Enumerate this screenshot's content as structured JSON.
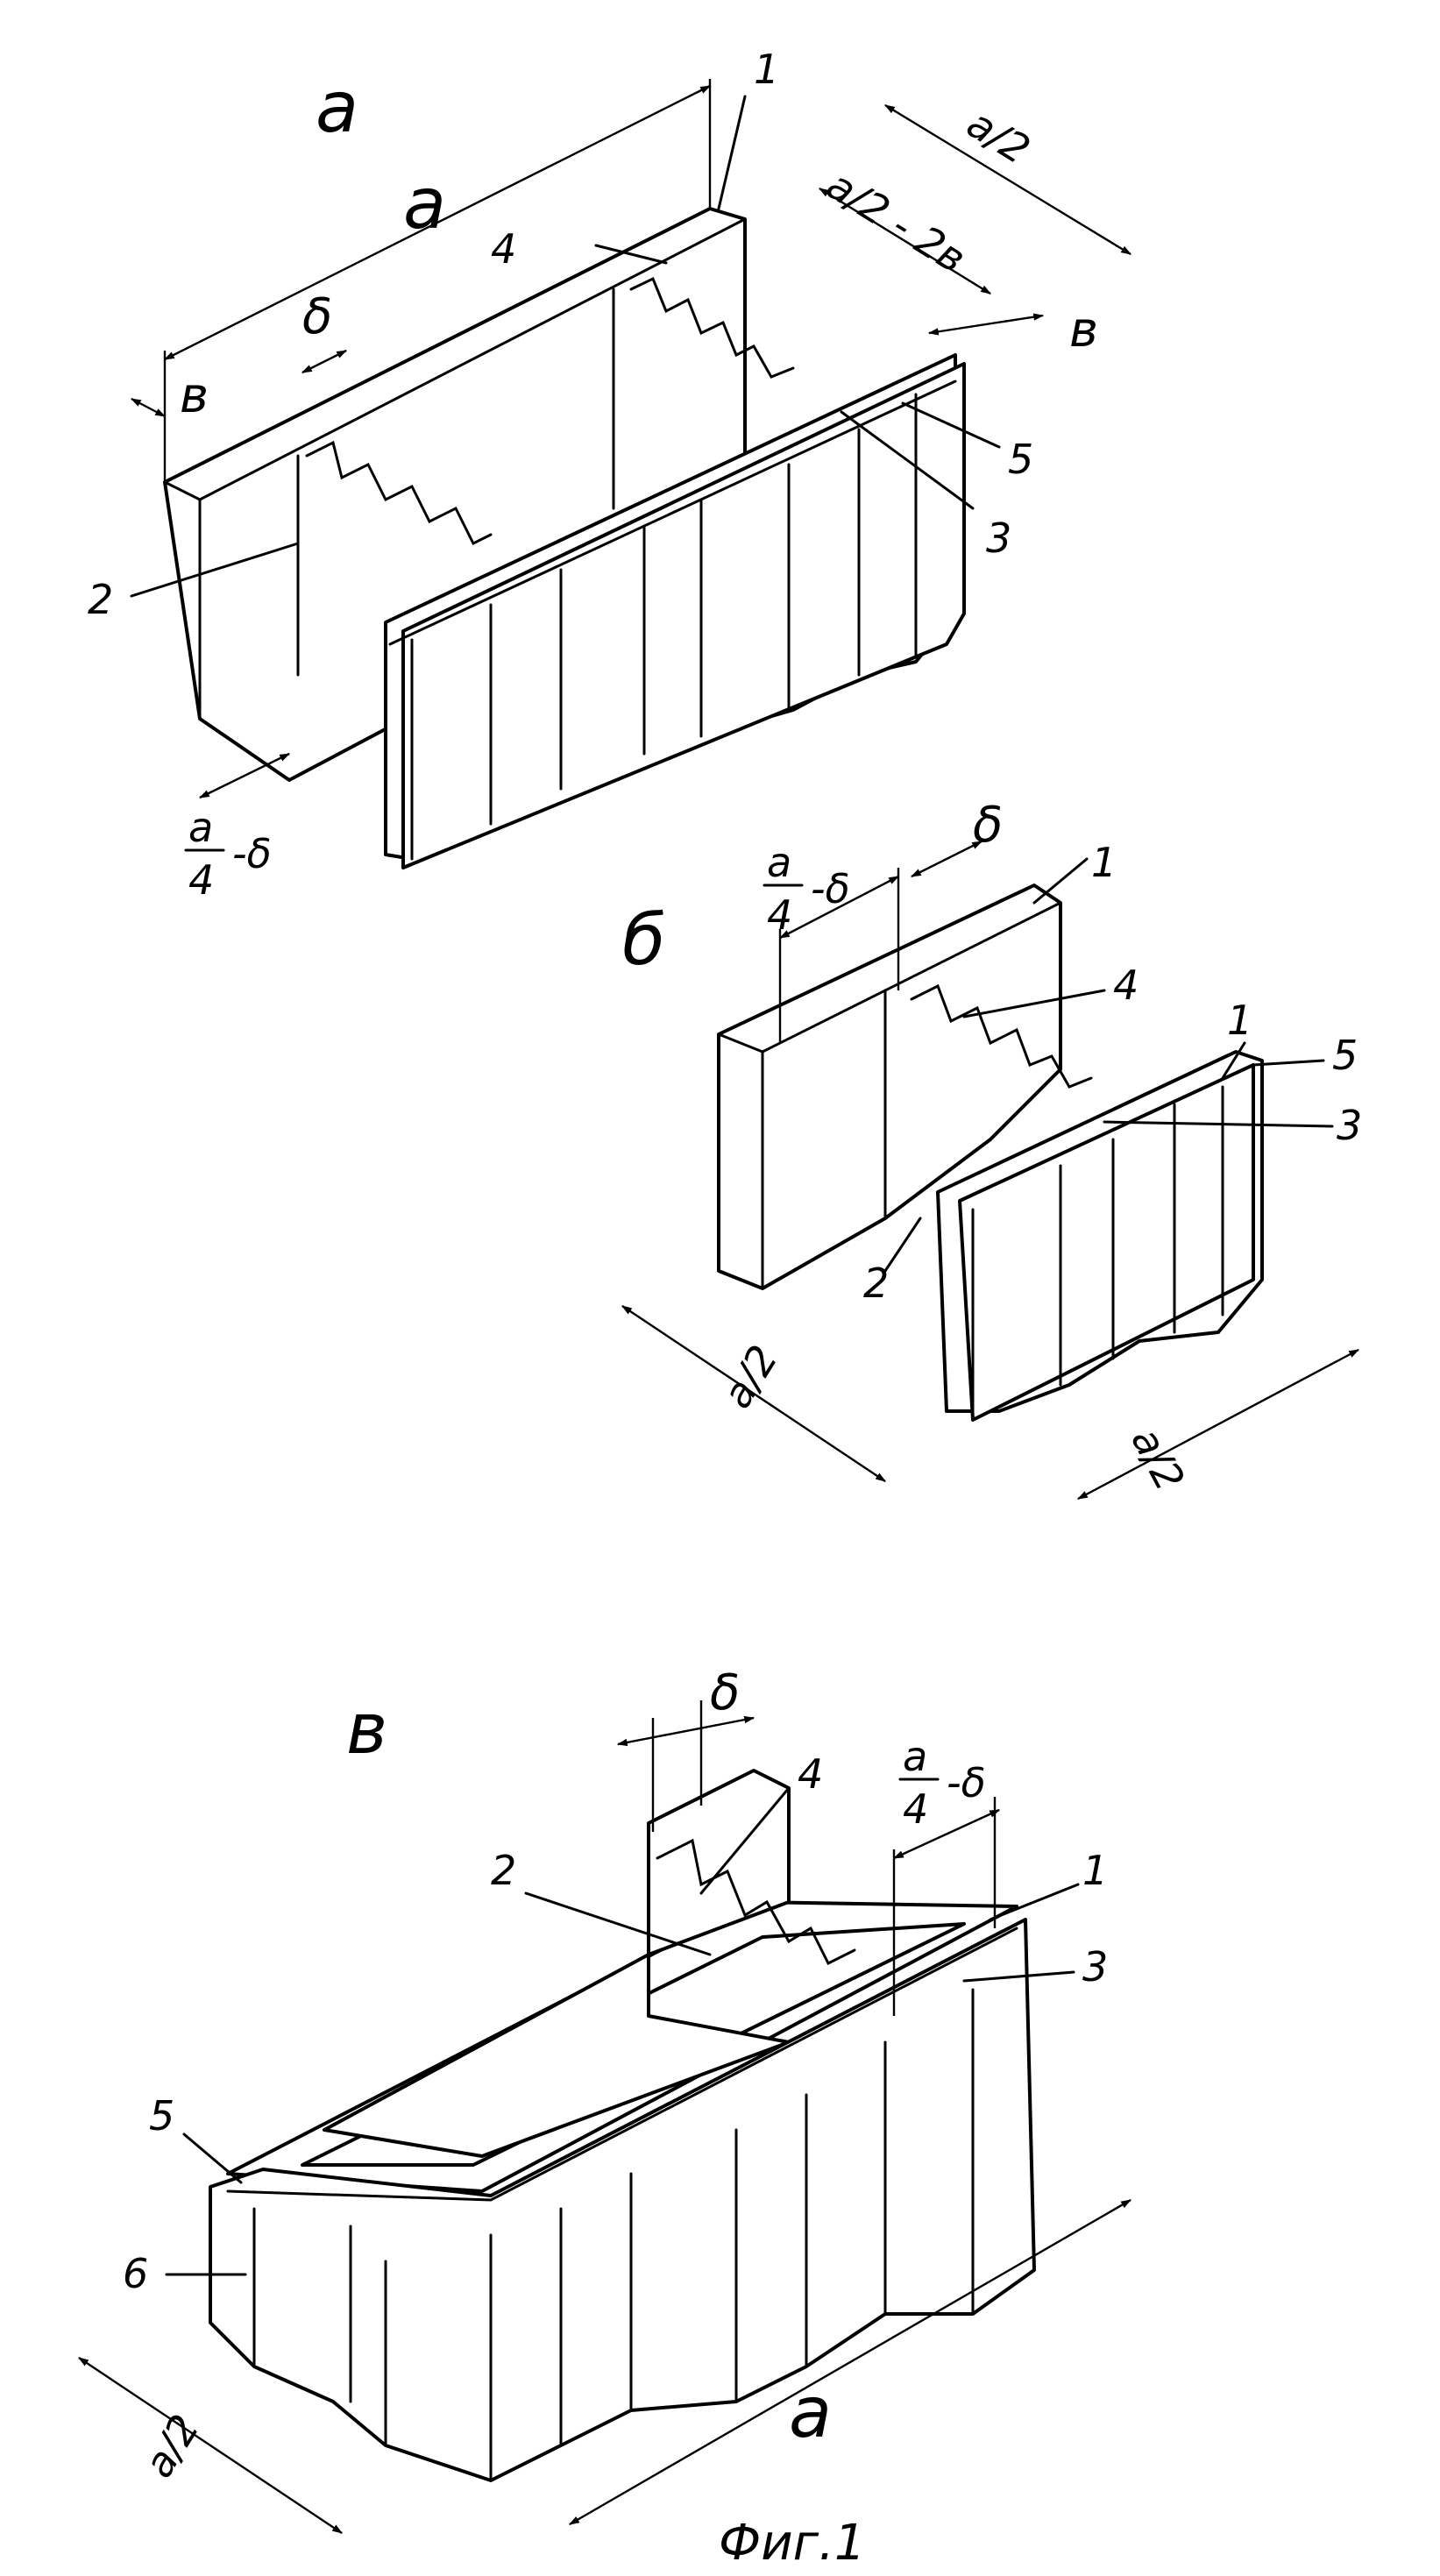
{
  "views": {
    "a": {
      "letter": "а"
    },
    "b": {
      "letter": "б"
    },
    "c": {
      "letter": "в"
    }
  },
  "dimensions": {
    "a": "a",
    "a_half": "a/2",
    "a_half_minus_2b": "a/2 - 2в",
    "b": "в",
    "delta": "δ",
    "a_quarter_minus_delta": "a/4 - δ"
  },
  "fraction_parts": {
    "a": "a",
    "two": "2",
    "four": "4",
    "minus_delta": "-δ",
    "minus_2b": "-2в"
  },
  "parts": [
    "1",
    "2",
    "3",
    "4",
    "5",
    "6"
  ],
  "caption": "Фиг.1"
}
